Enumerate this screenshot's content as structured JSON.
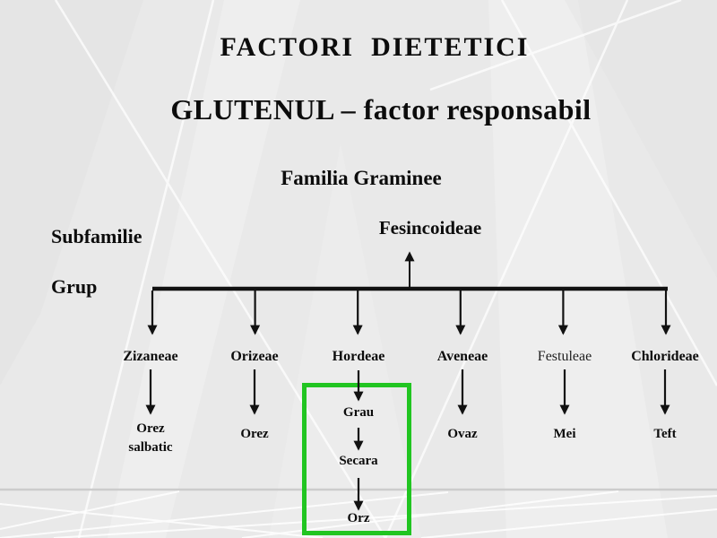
{
  "slide": {
    "title_line1": "FACTORI  DIETETICI",
    "title_line2": "GLUTENUL – factor responsabil"
  },
  "taxonomy": {
    "family_heading": "Familia Graminee",
    "subfamily_label": "Subfamilie",
    "subfamily_name": "Fesincoideae",
    "group_label": "Grup",
    "columns": [
      {
        "group": "Zizaneae",
        "node1_line1": "Orez",
        "node1_line2": "salbatic"
      },
      {
        "group": "Orizeae",
        "node1": "Orez"
      },
      {
        "group": "Hordeae",
        "node1": "Grau",
        "node2": "Secara",
        "node3": "Orz"
      },
      {
        "group": "Aveneae",
        "node1": "Ovaz"
      },
      {
        "group": "Festuleae",
        "node1": "Mei"
      },
      {
        "group": "Chlorideae",
        "node1": "Teft"
      }
    ]
  },
  "highlight": {
    "highlighted_group": "Hordeae",
    "box_color": "#21c521"
  },
  "colors": {
    "text": "#0c0c0c",
    "background": "#e9e9e9",
    "connector": "#111111"
  }
}
